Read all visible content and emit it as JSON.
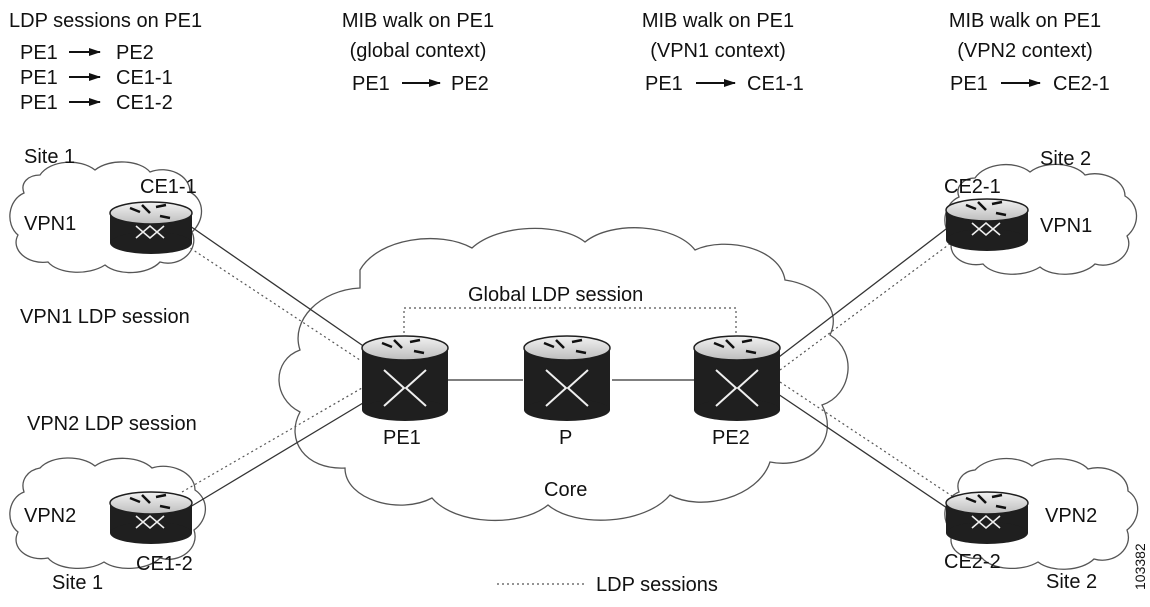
{
  "header_groups": [
    {
      "title": "LDP sessions on PE1",
      "lines": [],
      "sessions": [
        {
          "from": "PE1",
          "to": "PE2"
        },
        {
          "from": "PE1",
          "to": "CE1-1"
        },
        {
          "from": "PE1",
          "to": "CE1-2"
        }
      ]
    },
    {
      "title": "MIB walk on PE1",
      "lines": [
        "(global context)"
      ],
      "sessions": [
        {
          "from": "PE1",
          "to": "PE2"
        }
      ]
    },
    {
      "title": "MIB walk on PE1",
      "lines": [
        "(VPN1 context)"
      ],
      "sessions": [
        {
          "from": "PE1",
          "to": "CE1-1"
        }
      ]
    },
    {
      "title": "MIB walk on PE1",
      "lines": [
        "(VPN2 context)"
      ],
      "sessions": [
        {
          "from": "PE1",
          "to": "CE2-1"
        }
      ]
    }
  ],
  "clouds": {
    "site1_top": {
      "vpn": "VPN1",
      "site": "Site 1"
    },
    "site1_bottom": {
      "vpn": "VPN2",
      "site": "Site 1"
    },
    "site2_top": {
      "vpn": "VPN1",
      "site": "Site 2"
    },
    "site2_bottom": {
      "vpn": "VPN2",
      "site": "Site 2"
    },
    "core": {
      "label": "Core"
    }
  },
  "routers": {
    "ce11": "CE1-1",
    "ce12": "CE1-2",
    "ce21": "CE2-1",
    "ce22": "CE2-2",
    "pe1": "PE1",
    "p": "P",
    "pe2": "PE2"
  },
  "sessions": {
    "global": "Global LDP session",
    "vpn1": "VPN1 LDP session",
    "vpn2": "VPN2 LDP session"
  },
  "legend": {
    "label": "LDP sessions"
  },
  "figure_id": "103382",
  "colors": {
    "router_body": "#1f1f1f",
    "router_top": "#dcdcdc",
    "line": "#333333",
    "cloud_stroke": "#555555"
  }
}
